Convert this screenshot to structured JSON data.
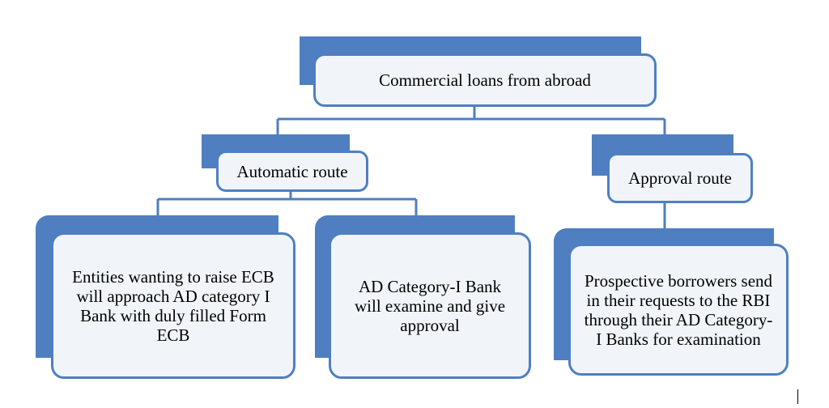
{
  "diagram": {
    "root": {
      "label": "Commercial loans from  abroad"
    },
    "routes": [
      {
        "label": "Automatic route",
        "steps": [
          {
            "text": "Entities wanting to raise ECB will approach AD category I Bank with duly filled Form ECB"
          },
          {
            "text": "AD Category-I Bank will examine and give approval"
          }
        ]
      },
      {
        "label": "Approval route",
        "steps": [
          {
            "text": "Prospective borrowers send in their requests to the RBI through their AD Category-I Banks for examination"
          }
        ]
      }
    ]
  },
  "colors": {
    "accent": "#4f7fc0",
    "box_fill": "#f1f5fa",
    "text": "#000000"
  }
}
